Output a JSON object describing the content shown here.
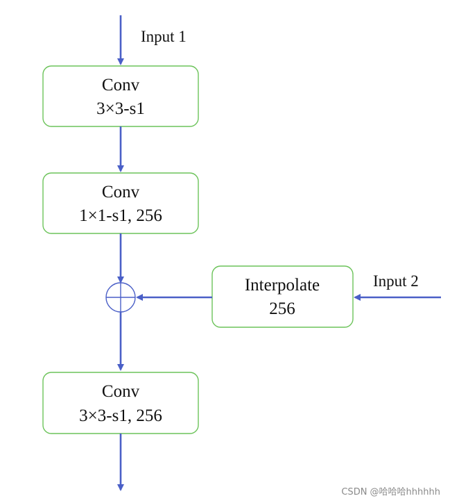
{
  "inputs": {
    "input1": "Input 1",
    "input2": "Input 2"
  },
  "nodes": {
    "conv1": {
      "line1": "Conv",
      "line2": "3×3-s1"
    },
    "conv2": {
      "line1": "Conv",
      "line2": "1×1-s1, 256"
    },
    "interpolate": {
      "line1": "Interpolate",
      "line2": "256"
    },
    "conv3": {
      "line1": "Conv",
      "line2": "3×3-s1, 256"
    }
  },
  "sum_symbol": "element-wise add",
  "watermark": "CSDN @哈哈哈hhhhhh",
  "colors": {
    "arrow": "#4a5fc7",
    "box_border": "#6cc35a",
    "text": "#111111",
    "watermark": "#8a8a8a"
  }
}
